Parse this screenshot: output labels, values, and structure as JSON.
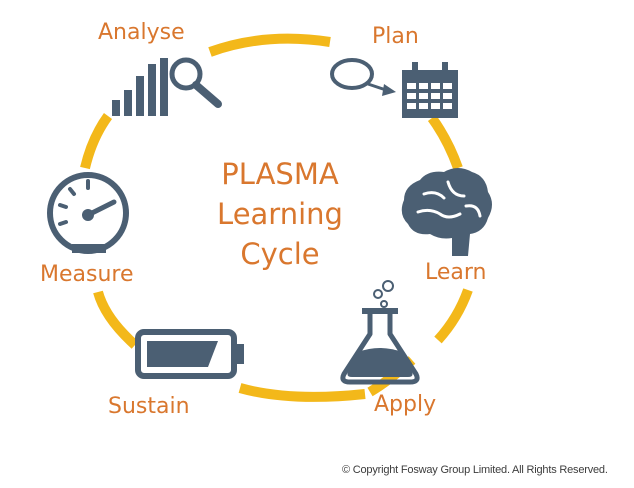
{
  "diagram": {
    "center_title": [
      "PLASMA",
      "Learning",
      "Cycle"
    ],
    "stages": [
      {
        "label": "Plan",
        "icon": "calendar-icon"
      },
      {
        "label": "Learn",
        "icon": "brain-icon"
      },
      {
        "label": "Apply",
        "icon": "flask-icon"
      },
      {
        "label": "Sustain",
        "icon": "battery-icon"
      },
      {
        "label": "Measure",
        "icon": "gauge-icon"
      },
      {
        "label": "Analyse",
        "icon": "bar-chart-magnifier-icon"
      }
    ]
  },
  "footer": {
    "copyright": "© Copyright Fosway Group Limited. All Rights Reserved."
  },
  "colors": {
    "ring": "#f3b81a",
    "text": "#d9772e",
    "icon": "#4b5f73"
  }
}
